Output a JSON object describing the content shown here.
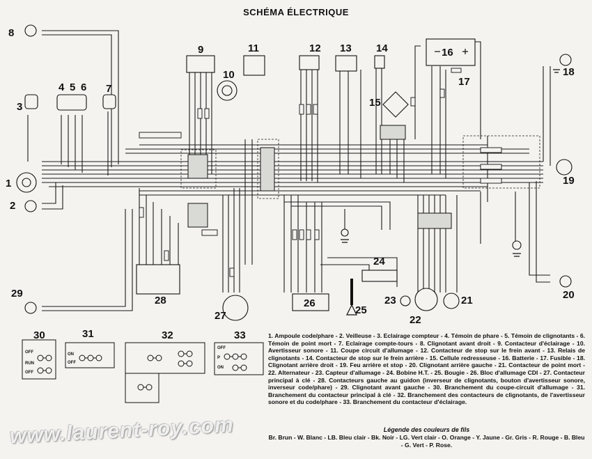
{
  "title": "SCHÉMA ÉLECTRIQUE",
  "numbers": [
    "1",
    "2",
    "3",
    "4",
    "5",
    "6",
    "7",
    "8",
    "9",
    "10",
    "11",
    "12",
    "13",
    "14",
    "15",
    "16",
    "17",
    "18",
    "19",
    "20",
    "21",
    "22",
    "23",
    "24",
    "25",
    "26",
    "27",
    "28",
    "29",
    "30",
    "31",
    "32",
    "33"
  ],
  "legend_text": "1. Ampoule code/phare - 2. Veilleuse - 3. Eclairage compteur - 4. Témoin de phare - 5. Témoin de clignotants - 6. Témoin de point mort - 7. Eclairage compte-tours - 8. Clignotant avant droit - 9. Contacteur d'éclairage - 10. Avertisseur sonore - 11. Coupe circuit d'allumage - 12. Contacteur de stop sur le frein avant - 13. Relais de clignotants - 14. Contacteur de stop sur le frein arrière - 15. Cellule redresseuse - 16. Batterie - 17. Fusible - 18. Clignotant arrière droit - 19. Feu arrière et stop - 20. Clignotant arrière gauche - 21. Contacteur de point mort - 22. Alternateur - 23. Capteur d'allumage - 24. Bobine H.T. - 25. Bougie - 26. Bloc d'allumage CDI - 27. Contacteur principal à clé - 28. Contacteurs gauche au guidon (inverseur de clignotants, bouton d'avertisseur sonore, inverseur code/phare) - 29. Clignotant avant gauche - 30. Branchement du coupe-circuit d'allumage - 31. Branchement du contacteur principal à clé - 32. Branchement des contacteurs de clignotants, de l'avertisseur sonore et du code/phare - 33. Branchement du contacteur d'éclairage.",
  "colors_title": "Légende des couleurs de fils",
  "colors_text": "Br. Brun - W. Blanc - LB. Bleu clair - Bk. Noir - LG. Vert clair - O. Orange - Y. Jaune - Gr. Gris - R. Rouge - B. Bleu - G. Vert - P. Rose.",
  "watermark": "www.laurent-roy.com",
  "switch_labels": {
    "off": "OFF",
    "run": "RUN",
    "on": "ON",
    "p": "P"
  }
}
